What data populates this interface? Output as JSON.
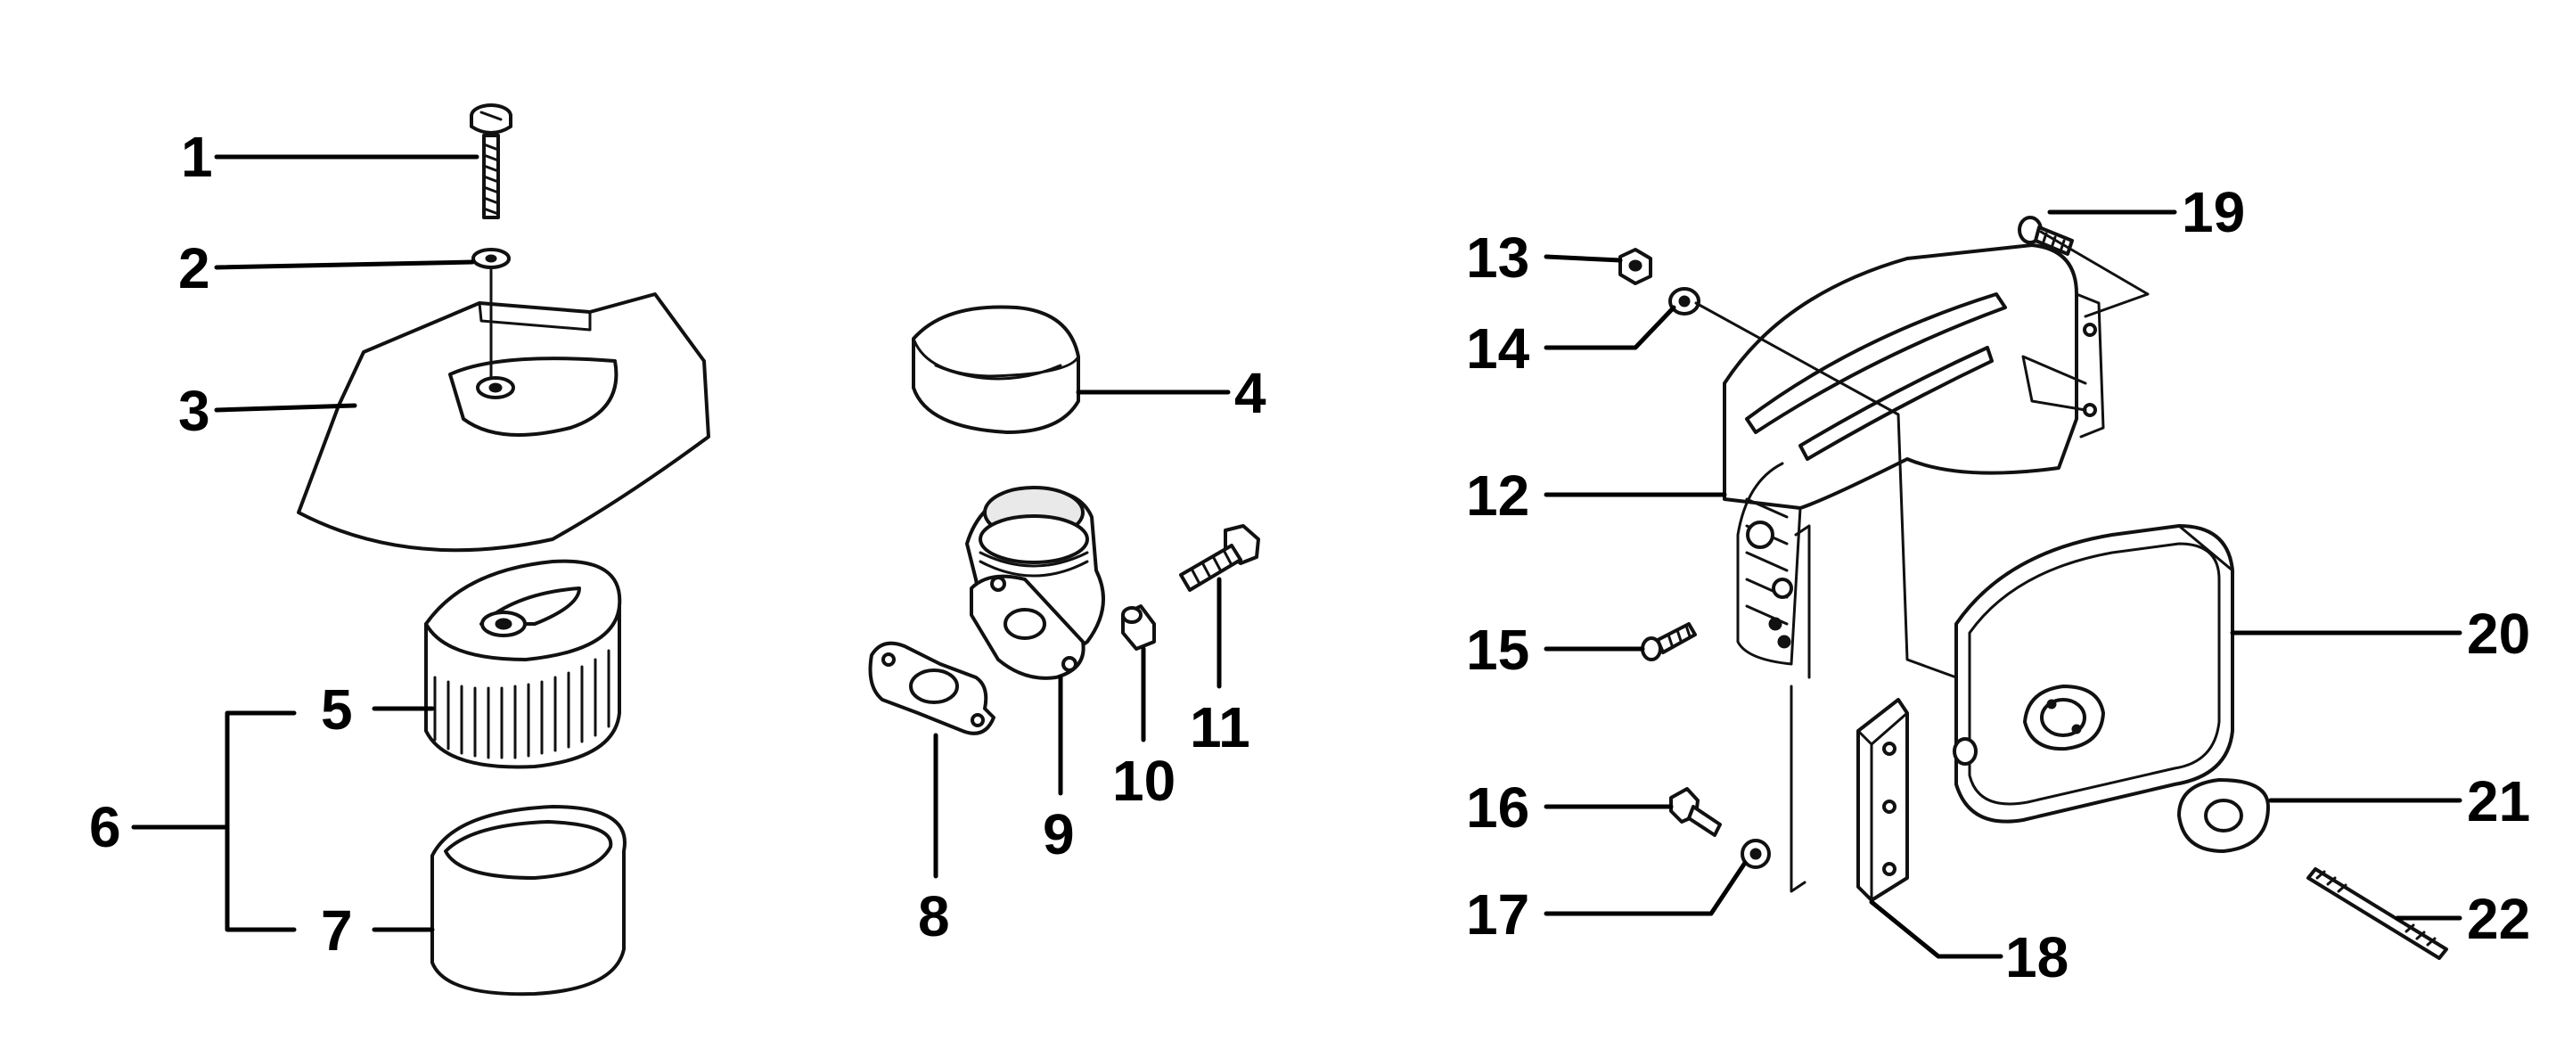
{
  "diagram": {
    "colors": {
      "ink": "#000000",
      "paper": "#ffffff",
      "shade": "#e9e9e9"
    },
    "callouts": [
      {
        "id": "c1",
        "label": "1"
      },
      {
        "id": "c2",
        "label": "2"
      },
      {
        "id": "c3",
        "label": "3"
      },
      {
        "id": "c4",
        "label": "4"
      },
      {
        "id": "c5",
        "label": "5"
      },
      {
        "id": "c6",
        "label": "6"
      },
      {
        "id": "c7",
        "label": "7"
      },
      {
        "id": "c8",
        "label": "8"
      },
      {
        "id": "c9",
        "label": "9"
      },
      {
        "id": "c10",
        "label": "10"
      },
      {
        "id": "c11",
        "label": "11"
      },
      {
        "id": "c12",
        "label": "12"
      },
      {
        "id": "c13",
        "label": "13"
      },
      {
        "id": "c14",
        "label": "14"
      },
      {
        "id": "c15",
        "label": "15"
      },
      {
        "id": "c16",
        "label": "16"
      },
      {
        "id": "c17",
        "label": "17"
      },
      {
        "id": "c18",
        "label": "18"
      },
      {
        "id": "c19",
        "label": "19"
      },
      {
        "id": "c20",
        "label": "20"
      },
      {
        "id": "c21",
        "label": "21"
      },
      {
        "id": "c22",
        "label": "22"
      }
    ]
  }
}
